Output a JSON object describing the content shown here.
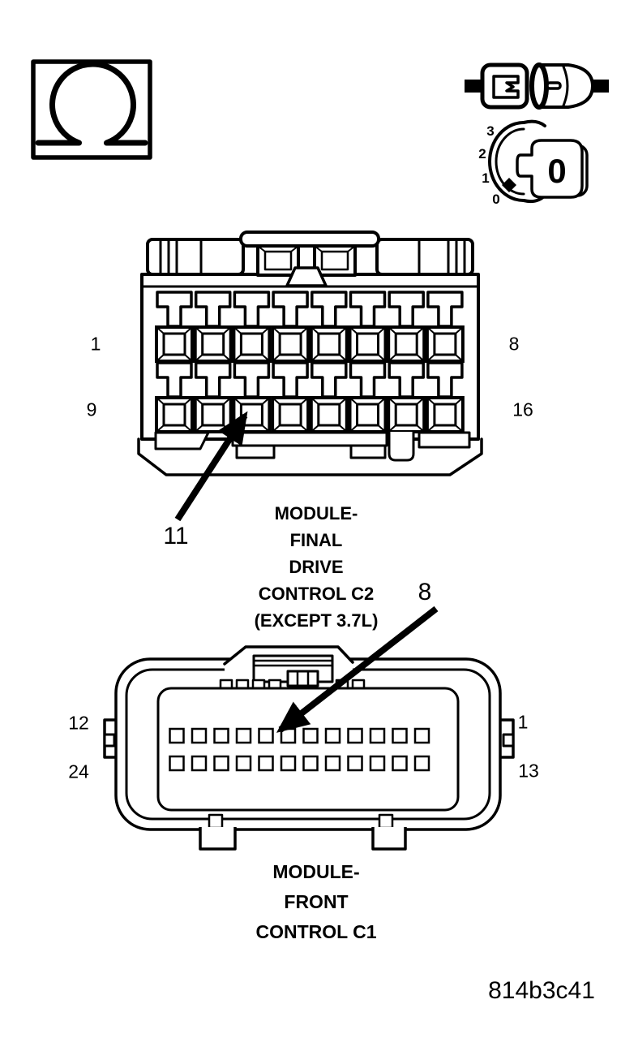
{
  "meta": {
    "figure_code": "814b3c41"
  },
  "colors": {
    "line": "#000000",
    "background": "#ffffff"
  },
  "icons": {
    "ohmmeter": {
      "symbol": "Ω",
      "meaning": "ohmmeter-test"
    },
    "connector_pair": {
      "meaning": "disconnect-connector"
    },
    "ignition": {
      "positions": [
        "3",
        "2",
        "1",
        "0"
      ],
      "key_face": "0"
    }
  },
  "connector_c2": {
    "title_lines": [
      "MODULE-",
      "FINAL",
      "DRIVE",
      "CONTROL C2",
      "(EXCEPT 3.7L)"
    ],
    "rows": 2,
    "columns": 8,
    "total_pins": 16,
    "pin_labels": {
      "row1_left": "1",
      "row1_right": "8",
      "row2_left": "9",
      "row2_right": "16"
    },
    "callout": {
      "pin": "11"
    }
  },
  "connector_c1": {
    "title_lines": [
      "MODULE-",
      "FRONT",
      "CONTROL C1"
    ],
    "rows": 2,
    "columns": 12,
    "total_pins": 24,
    "pin_labels": {
      "row1_left": "12",
      "row1_right": "1",
      "row2_left": "24",
      "row2_right": "13"
    },
    "callout": {
      "pin": "8"
    }
  }
}
